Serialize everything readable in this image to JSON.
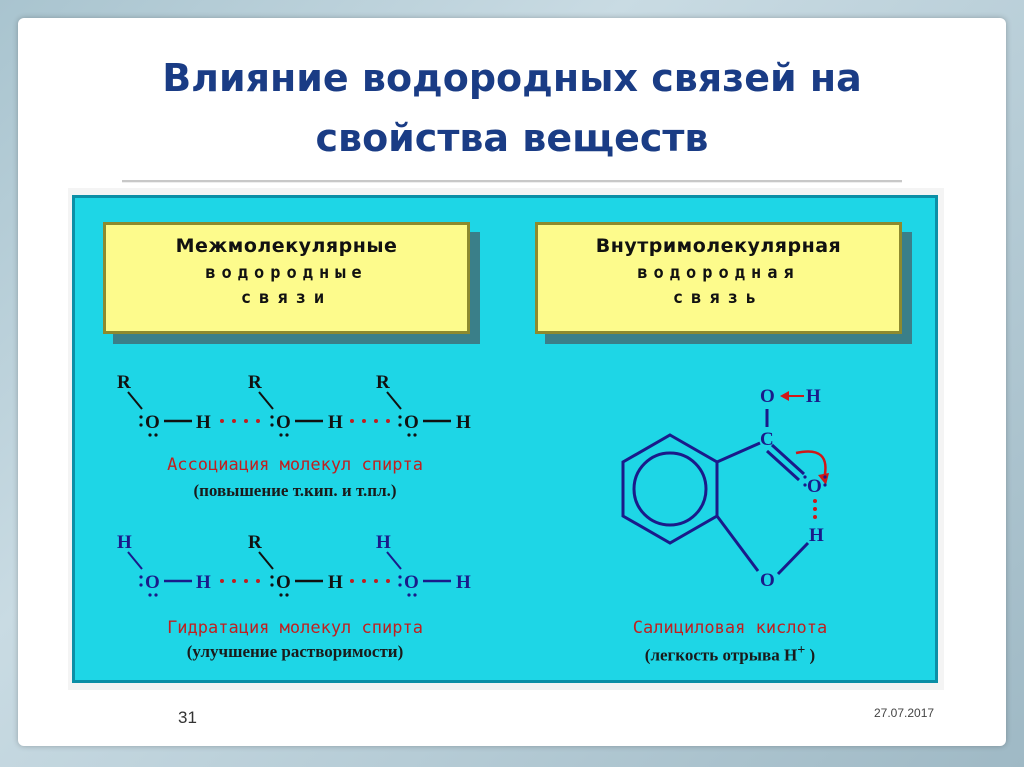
{
  "slide": {
    "title_line1": "Влияние водородных связей на",
    "title_line2": "свойства веществ",
    "page_number": "31",
    "date": "27.07.2017"
  },
  "intermolecular": {
    "line1": "Межмолекулярные",
    "line2": "водородные",
    "line3": "связи",
    "association_caption": "Ассоциация молекул спирта",
    "association_note": "(повышение т.кип. и т.пл.)",
    "hydration_caption": "Гидратация молекул спирта",
    "hydration_note": "(улучшение растворимости)"
  },
  "intramolecular": {
    "line1": "Внутримолекулярная",
    "line2": "водородная",
    "line3": "связь",
    "caption": "Салициловая кислота",
    "note": "(легкость отрыва H",
    "note_sup": "+",
    "note_end": " )"
  },
  "formula": {
    "R": "R",
    "H": "H",
    "O": "O",
    "C": "C"
  },
  "colors": {
    "title": "#1a3c85",
    "panel": "#1ed6e6",
    "box": "#fdfb8c",
    "caption": "#c02020",
    "structure": "#1a1a8a",
    "red_arrow": "#d01818"
  }
}
